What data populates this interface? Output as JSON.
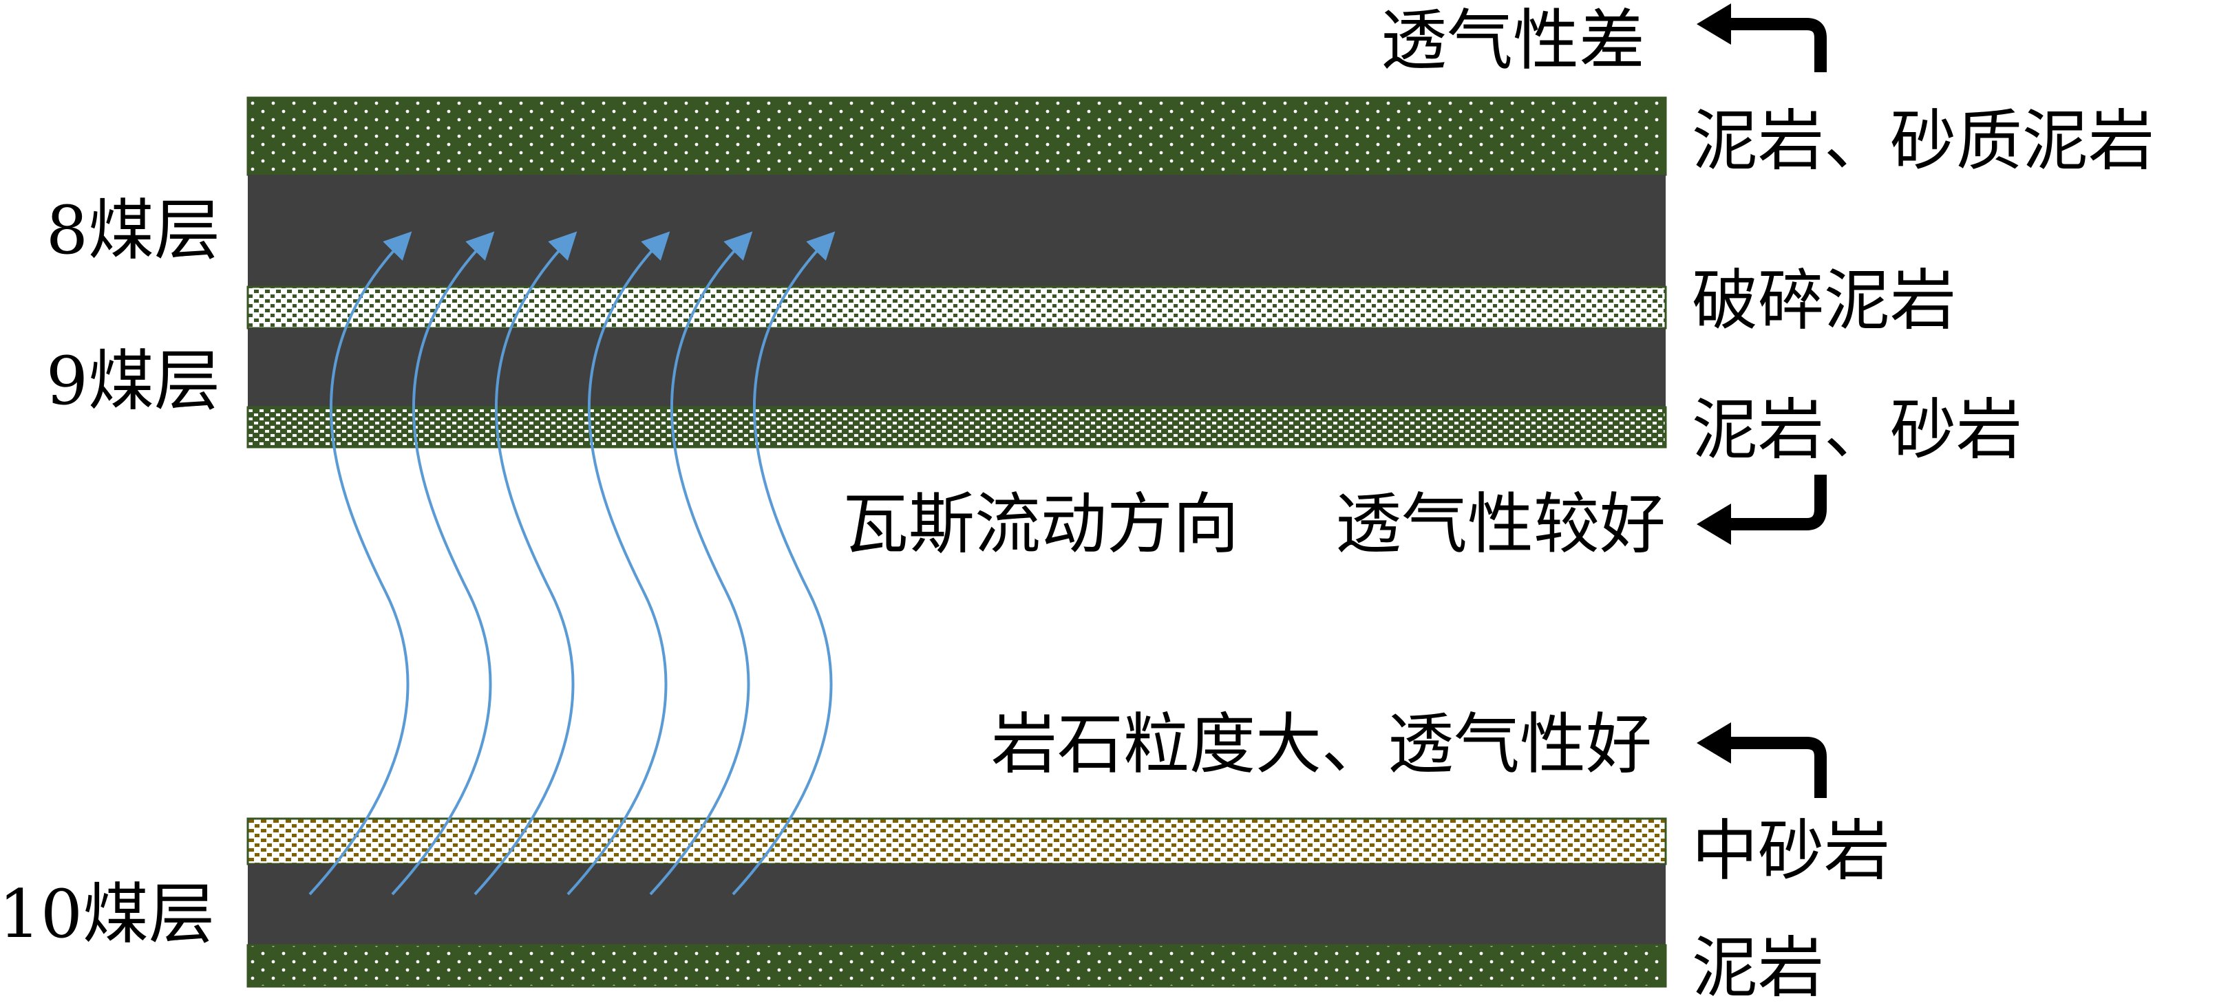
{
  "diagram": {
    "labels": {
      "poor_permeability": "透气性差",
      "mudstone_sandy_mudstone": "泥岩、砂质泥岩",
      "broken_mudstone": "破碎泥岩",
      "mudstone_sandstone": "泥岩、砂岩",
      "gas_flow_direction": "瓦斯流动方向",
      "better_permeability": "透气性较好",
      "large_grain_good_permeability": "岩石粒度大、透气性好",
      "medium_sandstone": "中砂岩",
      "mudstone": "泥岩"
    },
    "seams": {
      "seam_8": "8煤层",
      "seam_9": "9煤层",
      "seam_10": "10煤层"
    },
    "colors": {
      "coal": "#404040",
      "mudstone_green": "#375623",
      "broken_mudstone_bg": "#ffffff",
      "broken_mudstone_dots": "#375623",
      "medium_sandstone_bg": "#ffffff",
      "medium_sandstone_dots": "#7f6000",
      "gas_arrow": "#5b9bd5",
      "pointer_arrow": "#000000"
    },
    "icons": {
      "gas_flow": "curved-up-arrow-icon",
      "pointer": "bent-arrow-icon"
    }
  }
}
